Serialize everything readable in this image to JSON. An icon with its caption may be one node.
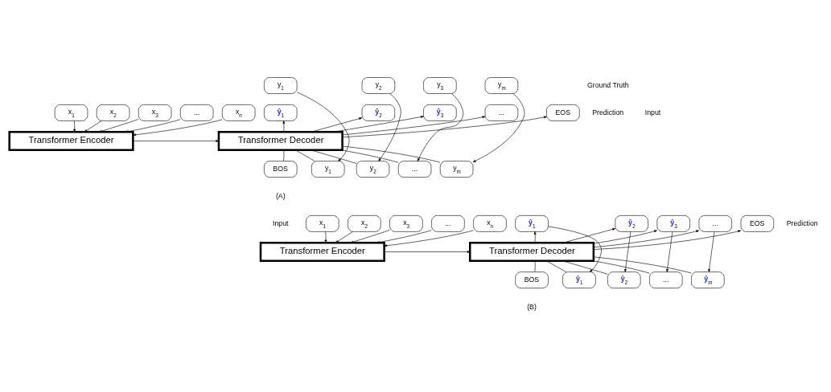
{
  "diagram": {
    "nodes": [
      {
        "text": [
          "x$_{1}$"
        ]
      },
      {
        "text": [
          "x$_{2}$"
        ]
      },
      {
        "text": [
          "x$_{3}$"
        ]
      },
      {
        "text": [
          "..."
        ]
      },
      {
        "text": [
          "x$_{n}$"
        ]
      },
      {
        "text": [
          "Transformer Encoder"
        ]
      },
      {
        "text": [
          "Transformer Decoder"
        ]
      },
      {
        "text": [
          "y$_{1}$"
        ]
      },
      {
        "text": [
          "y$_{2}$"
        ]
      },
      {
        "text": [
          "y$_{3}$"
        ]
      },
      {
        "text": [
          "y$_{m}$"
        ]
      },
      {
        "text": [
          "ŷ$_{1}$"
        ]
      },
      {
        "text": [
          "ŷ$_{2}$"
        ]
      },
      {
        "text": [
          "ŷ$_{3}$"
        ]
      },
      {
        "text": [
          "..."
        ]
      },
      {
        "text": [
          "EOS"
        ]
      },
      {
        "text": [
          "BOS"
        ]
      },
      {
        "text": [
          "y$_{1}$"
        ]
      },
      {
        "text": [
          "y$_{2}$"
        ]
      },
      {
        "text": [
          "..."
        ]
      },
      {
        "text": [
          "y$_{m}$"
        ]
      },
      {
        "text": [
          "x$_{1}$"
        ]
      },
      {
        "text": [
          "x$_{2}$"
        ]
      },
      {
        "text": [
          "x$_{3}$"
        ]
      },
      {
        "text": [
          "..."
        ]
      },
      {
        "text": [
          "x$_{n}$"
        ]
      },
      {
        "text": [
          "Transformer Encoder"
        ]
      },
      {
        "text": [
          "Transformer Decoder"
        ]
      },
      {
        "text": [
          "ŷ$_{1}$"
        ]
      },
      {
        "text": [
          "ŷ$_{2}$"
        ]
      },
      {
        "text": [
          "ŷ$_{3}$"
        ]
      },
      {
        "text": [
          "..."
        ]
      },
      {
        "text": [
          "EOS"
        ]
      },
      {
        "text": [
          "BOS"
        ]
      },
      {
        "text": [
          "ŷ$_{1}$"
        ]
      },
      {
        "text": [
          "ŷ$_{2}$"
        ]
      },
      {
        "text": [
          "..."
        ]
      },
      {
        "text": [
          "ŷ$_{m}$"
        ]
      }
    ],
    "edges": [
      {
        "from": 0,
        "to": 5,
        "arrow": "to"
      },
      {
        "from": 1,
        "to": 5,
        "arrow": "to"
      },
      {
        "from": 2,
        "to": 5,
        "arrow": "to"
      },
      {
        "from": 3,
        "to": 5,
        "arrow": "to"
      },
      {
        "from": 4,
        "to": 5,
        "arrow": "to"
      },
      {
        "from": 5,
        "to": 6,
        "arrow": "to"
      },
      {
        "from": 6,
        "to": 11,
        "arrow": "to"
      },
      {
        "from": 6,
        "to": 12,
        "arrow": "to"
      },
      {
        "from": 6,
        "to": 13,
        "arrow": "to"
      },
      {
        "from": 6,
        "to": 14,
        "arrow": "to"
      },
      {
        "from": 6,
        "to": 15,
        "arrow": "to"
      },
      {
        "from": 16,
        "to": 6,
        "arrow": "none"
      },
      {
        "from": 17,
        "to": 6,
        "arrow": "none"
      },
      {
        "from": 18,
        "to": 6,
        "arrow": "none"
      },
      {
        "from": 19,
        "to": 6,
        "arrow": "none"
      },
      {
        "from": 20,
        "to": 6,
        "arrow": "none"
      },
      {
        "from": 7,
        "to": 17,
        "arrow": "to"
      },
      {
        "from": 8,
        "to": 18,
        "arrow": "to"
      },
      {
        "from": 9,
        "to": 19,
        "arrow": "to"
      },
      {
        "from": 10,
        "to": 20,
        "arrow": "to"
      },
      {
        "from": 21,
        "to": 26,
        "arrow": "to"
      },
      {
        "from": 22,
        "to": 26,
        "arrow": "to"
      },
      {
        "from": 23,
        "to": 26,
        "arrow": "to"
      },
      {
        "from": 24,
        "to": 26,
        "arrow": "to"
      },
      {
        "from": 25,
        "to": 26,
        "arrow": "to"
      },
      {
        "from": 26,
        "to": 27,
        "arrow": "to"
      },
      {
        "from": 27,
        "to": 28,
        "arrow": "to"
      },
      {
        "from": 27,
        "to": 29,
        "arrow": "to"
      },
      {
        "from": 27,
        "to": 30,
        "arrow": "to"
      },
      {
        "from": 27,
        "to": 31,
        "arrow": "to"
      },
      {
        "from": 27,
        "to": 32,
        "arrow": "to"
      },
      {
        "from": 33,
        "to": 27,
        "arrow": "none"
      },
      {
        "from": 34,
        "to": 27,
        "arrow": "none"
      },
      {
        "from": 35,
        "to": 27,
        "arrow": "none"
      },
      {
        "from": 36,
        "to": 27,
        "arrow": "none"
      },
      {
        "from": 37,
        "to": 27,
        "arrow": "none"
      },
      {
        "from": 28,
        "to": 34,
        "arrow": "to"
      },
      {
        "from": 29,
        "to": 35,
        "arrow": "to"
      },
      {
        "from": 30,
        "to": 36,
        "arrow": "to"
      },
      {
        "from": 31,
        "to": 37,
        "arrow": "to"
      }
    ],
    "labels": [
      "Ground Truth",
      "Input",
      "Prediction",
      "(A)",
      "Input",
      "Prediction",
      "(B)"
    ]
  }
}
